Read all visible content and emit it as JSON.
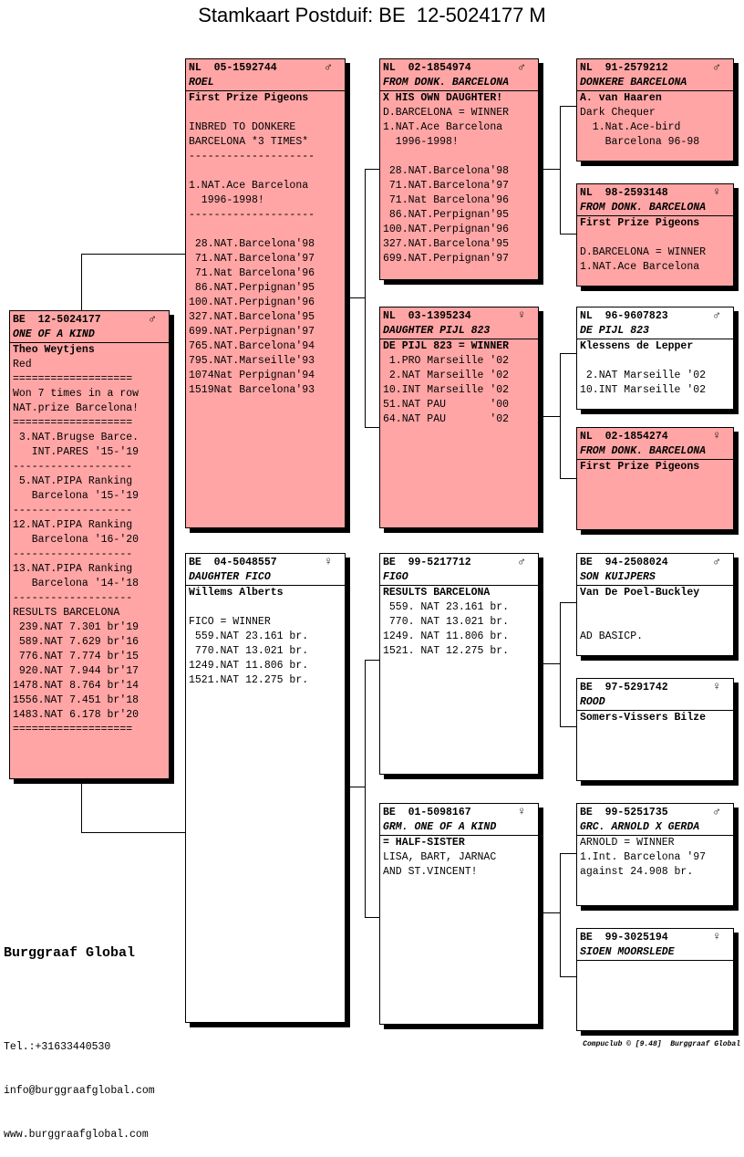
{
  "title": "Stamkaart Postduif: BE  12-5024177 M",
  "footer": {
    "brand": "Burggraaf Global",
    "contact": [
      "Tel.:+31633440530",
      "info@burggraafglobal.com",
      "www.burggraafglobal.com"
    ],
    "credit": "Compuclub © [9.48]  Burggraaf Global"
  },
  "pigeons": [
    {
      "ring": "BE  12-5024177",
      "sex": "♂",
      "name": "ONE OF A KIND",
      "info": [
        "Theo Weytjens"
      ],
      "lines": [
        "Red",
        "===================",
        "Won 7 times in a row",
        "NAT.prize Barcelona!",
        "===================",
        " 3.NAT.Brugse Barce.",
        "   INT.PARES '15-'19",
        "-------------------",
        " 5.NAT.PIPA Ranking",
        "   Barcelona '15-'19",
        "-------------------",
        "12.NAT.PIPA Ranking",
        "   Barcelona '16-'20",
        "-------------------",
        "13.NAT.PIPA Ranking",
        "   Barcelona '14-'18",
        "-------------------",
        "RESULTS BARCELONA",
        " 239.NAT 7.301 br'19",
        " 589.NAT 7.629 br'16",
        " 776.NAT 7.774 br'15",
        " 920.NAT 7.944 br'17",
        "1478.NAT 8.764 br'14",
        "1556.NAT 7.451 br'18",
        "1483.NAT 6.178 br'20",
        "==================="
      ]
    },
    {
      "ring": "NL  05-1592744",
      "sex": "♂",
      "name": "ROEL",
      "info": [
        "First Prize Pigeons"
      ],
      "lines": [
        "",
        "INBRED TO DONKERE",
        "BARCELONA *3 TIMES*",
        "--------------------",
        "",
        "1.NAT.Ace Barcelona",
        "  1996-1998!",
        "--------------------",
        "",
        " 28.NAT.Barcelona'98",
        " 71.NAT.Barcelona'97",
        " 71.Nat Barcelona'96",
        " 86.NAT.Perpignan'95",
        "100.NAT.Perpignan'96",
        "327.NAT.Barcelona'95",
        "699.NAT.Perpignan'97",
        "765.NAT.Barcelona'94",
        "795.NAT.Marseille'93",
        "1074Nat Perpignan'94",
        "1519Nat Barcelona'93"
      ]
    },
    {
      "ring": "BE  04-5048557",
      "sex": "♀",
      "name": "DAUGHTER FICO",
      "info": [
        "Willems Alberts"
      ],
      "lines": [
        "",
        "FICO = WINNER",
        " 559.NAT 23.161 br.",
        " 770.NAT 13.021 br.",
        "1249.NAT 11.806 br.",
        "1521.NAT 12.275 br."
      ]
    },
    {
      "ring": "NL  02-1854974",
      "sex": "♂",
      "name": "FROM DONK. BARCELONA",
      "info": [
        "X HIS OWN DAUGHTER!"
      ],
      "lines": [
        "D.BARCELONA = WINNER",
        "1.NAT.Ace Barcelona",
        "  1996-1998!",
        "",
        " 28.NAT.Barcelona'98",
        " 71.NAT.Barcelona'97",
        " 71.Nat Barcelona'96",
        " 86.NAT.Perpignan'95",
        "100.NAT.Perpignan'96",
        "327.NAT.Barcelona'95",
        "699.NAT.Perpignan'97"
      ]
    },
    {
      "ring": "NL  03-1395234",
      "sex": "♀",
      "name": "DAUGHTER PIJL 823",
      "info": [
        "DE PIJL 823 = WINNER"
      ],
      "lines": [
        " 1.PRO Marseille '02",
        " 2.NAT Marseille '02",
        "10.INT Marseille '02",
        "51.NAT PAU       '00",
        "64.NAT PAU       '02"
      ]
    },
    {
      "ring": "BE  99-5217712",
      "sex": "♂",
      "name": "FIGO",
      "info": [
        "RESULTS BARCELONA"
      ],
      "lines": [
        " 559. NAT 23.161 br.",
        " 770. NAT 13.021 br.",
        "1249. NAT 11.806 br.",
        "1521. NAT 12.275 br."
      ]
    },
    {
      "ring": "BE  01-5098167",
      "sex": "♀",
      "name": "GRM. ONE OF A KIND",
      "info": [
        "= HALF-SISTER"
      ],
      "lines": [
        "LISA, BART, JARNAC",
        "AND ST.VINCENT!"
      ]
    },
    {
      "ring": "NL  91-2579212",
      "sex": "♂",
      "name": "DONKERE BARCELONA",
      "info": [
        "A. van Haaren"
      ],
      "lines": [
        "Dark Chequer",
        "  1.Nat.Ace-bird",
        "    Barcelona 96-98"
      ]
    },
    {
      "ring": "NL  98-2593148",
      "sex": "♀",
      "name": "FROM DONK. BARCELONA",
      "info": [
        "First Prize Pigeons"
      ],
      "lines": [
        "",
        "D.BARCELONA = WINNER",
        "1.NAT.Ace Barcelona"
      ]
    },
    {
      "ring": "NL  96-9607823",
      "sex": "♂",
      "name": "DE PIJL 823",
      "info": [
        "Klessens de Lepper"
      ],
      "lines": [
        "",
        " 2.NAT Marseille '02",
        "10.INT Marseille '02"
      ]
    },
    {
      "ring": "NL  02-1854274",
      "sex": "♀",
      "name": "FROM DONK. BARCELONA",
      "info": [
        "First Prize Pigeons"
      ],
      "lines": []
    },
    {
      "ring": "BE  94-2508024",
      "sex": "♂",
      "name": "SON KUIJPERS",
      "info": [
        "Van De Poel-Buckley"
      ],
      "lines": [
        "",
        "",
        "AD BASICP."
      ]
    },
    {
      "ring": "BE  97-5291742",
      "sex": "♀",
      "name": "ROOD",
      "info": [
        "Somers-Vissers Bilze"
      ],
      "lines": []
    },
    {
      "ring": "BE  99-5251735",
      "sex": "♂",
      "name": "GRC. ARNOLD X GERDA",
      "info": [
        ""
      ],
      "lines": [
        "ARNOLD = WINNER",
        "1.Int. Barcelona '97",
        "against 24.908 br."
      ]
    },
    {
      "ring": "BE  99-3025194",
      "sex": "♀",
      "name": "SIOEN MOORSLEDE",
      "info": [],
      "lines": []
    }
  ]
}
